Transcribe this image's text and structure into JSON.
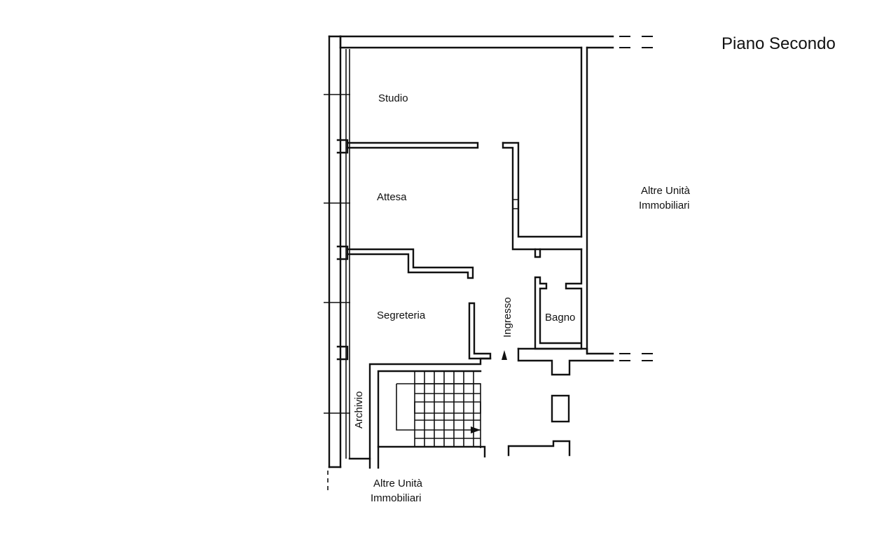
{
  "title": "Piano Secondo",
  "rooms": {
    "studio": "Studio",
    "attesa": "Attesa",
    "segreteria": "Segreteria",
    "ingresso": "Ingresso",
    "bagno": "Bagno",
    "archivio": "Archivio"
  },
  "neighbors": {
    "east_line1": "Altre Unità",
    "east_line2": "Immobiliari",
    "south_line1": "Altre Unità",
    "south_line2": "Immobiliari"
  }
}
